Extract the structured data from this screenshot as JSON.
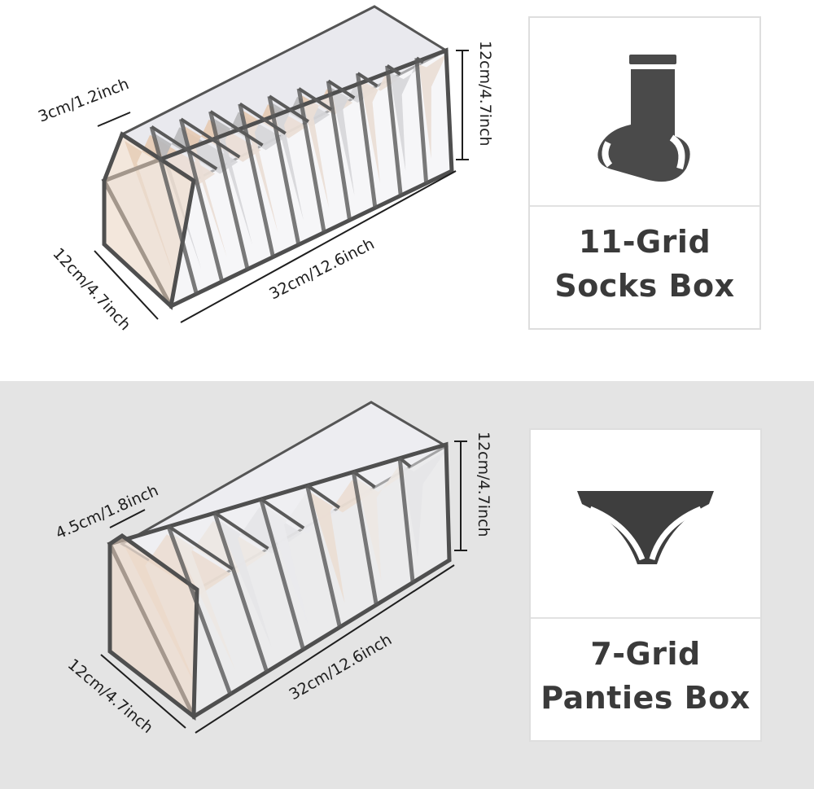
{
  "sections": [
    {
      "id": "socks",
      "dimensions": {
        "compartment": "3cm/1.2inch",
        "height": "12cm/4.7inch",
        "length": "32cm/12.6inch",
        "depth": "12cm/4.7inch"
      },
      "card": {
        "icon": "sock-icon",
        "title_line1": "11-Grid",
        "title_line2": "Socks Box"
      },
      "grid_count": 11
    },
    {
      "id": "panties",
      "dimensions": {
        "compartment": "4.5cm/1.8inch",
        "height": "12cm/4.7inch",
        "length": "32cm/12.6inch",
        "depth": "12cm/4.7inch"
      },
      "card": {
        "icon": "underwear-icon",
        "title_line1": "7-Grid",
        "title_line2": "Panties Box"
      },
      "grid_count": 7
    }
  ],
  "colors": {
    "frame": "#4f4f4f",
    "mesh": "#e9e9ee",
    "beige": "#e5cab3",
    "grey_fold": "#b9b9bb",
    "panel_bg": "#e4e4e4",
    "card_text": "#3a3a3a"
  }
}
